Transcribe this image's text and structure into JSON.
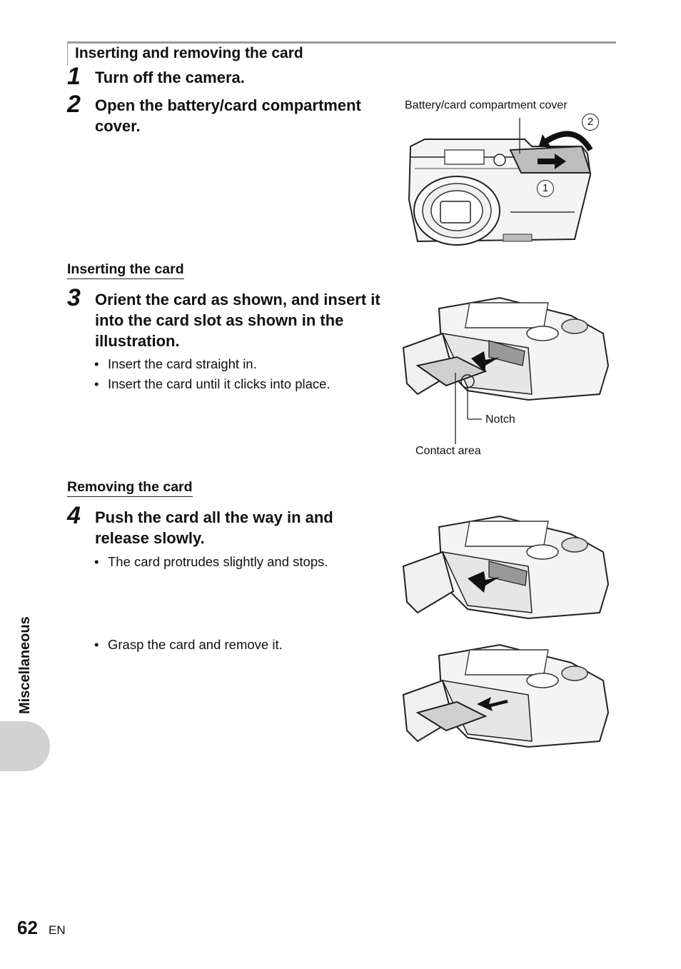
{
  "section_title": "Inserting and removing the card",
  "steps": [
    {
      "num": "1",
      "text": "Turn off the camera."
    },
    {
      "num": "2",
      "text": "Open the battery/card compartment cover."
    },
    {
      "num": "3",
      "text": "Orient the card as shown, and insert it into the card slot as shown in the illustration."
    },
    {
      "num": "4",
      "text": "Push the card all the way in and release slowly."
    }
  ],
  "subheads": {
    "inserting": "Inserting the card",
    "removing": "Removing the card"
  },
  "bullets": {
    "step3": [
      "Insert the card straight in.",
      "Insert the card until it clicks into place."
    ],
    "step4": [
      "The card protrudes slightly and stops."
    ],
    "remove": [
      "Grasp the card and remove it."
    ]
  },
  "figure_labels": {
    "cover": "Battery/card compartment cover",
    "callout_1": "1",
    "callout_2": "2",
    "notch": "Notch",
    "contact_area": "Contact area"
  },
  "sidebar": {
    "label": "Miscellaneous"
  },
  "footer": {
    "page_number": "62",
    "language": "EN"
  }
}
